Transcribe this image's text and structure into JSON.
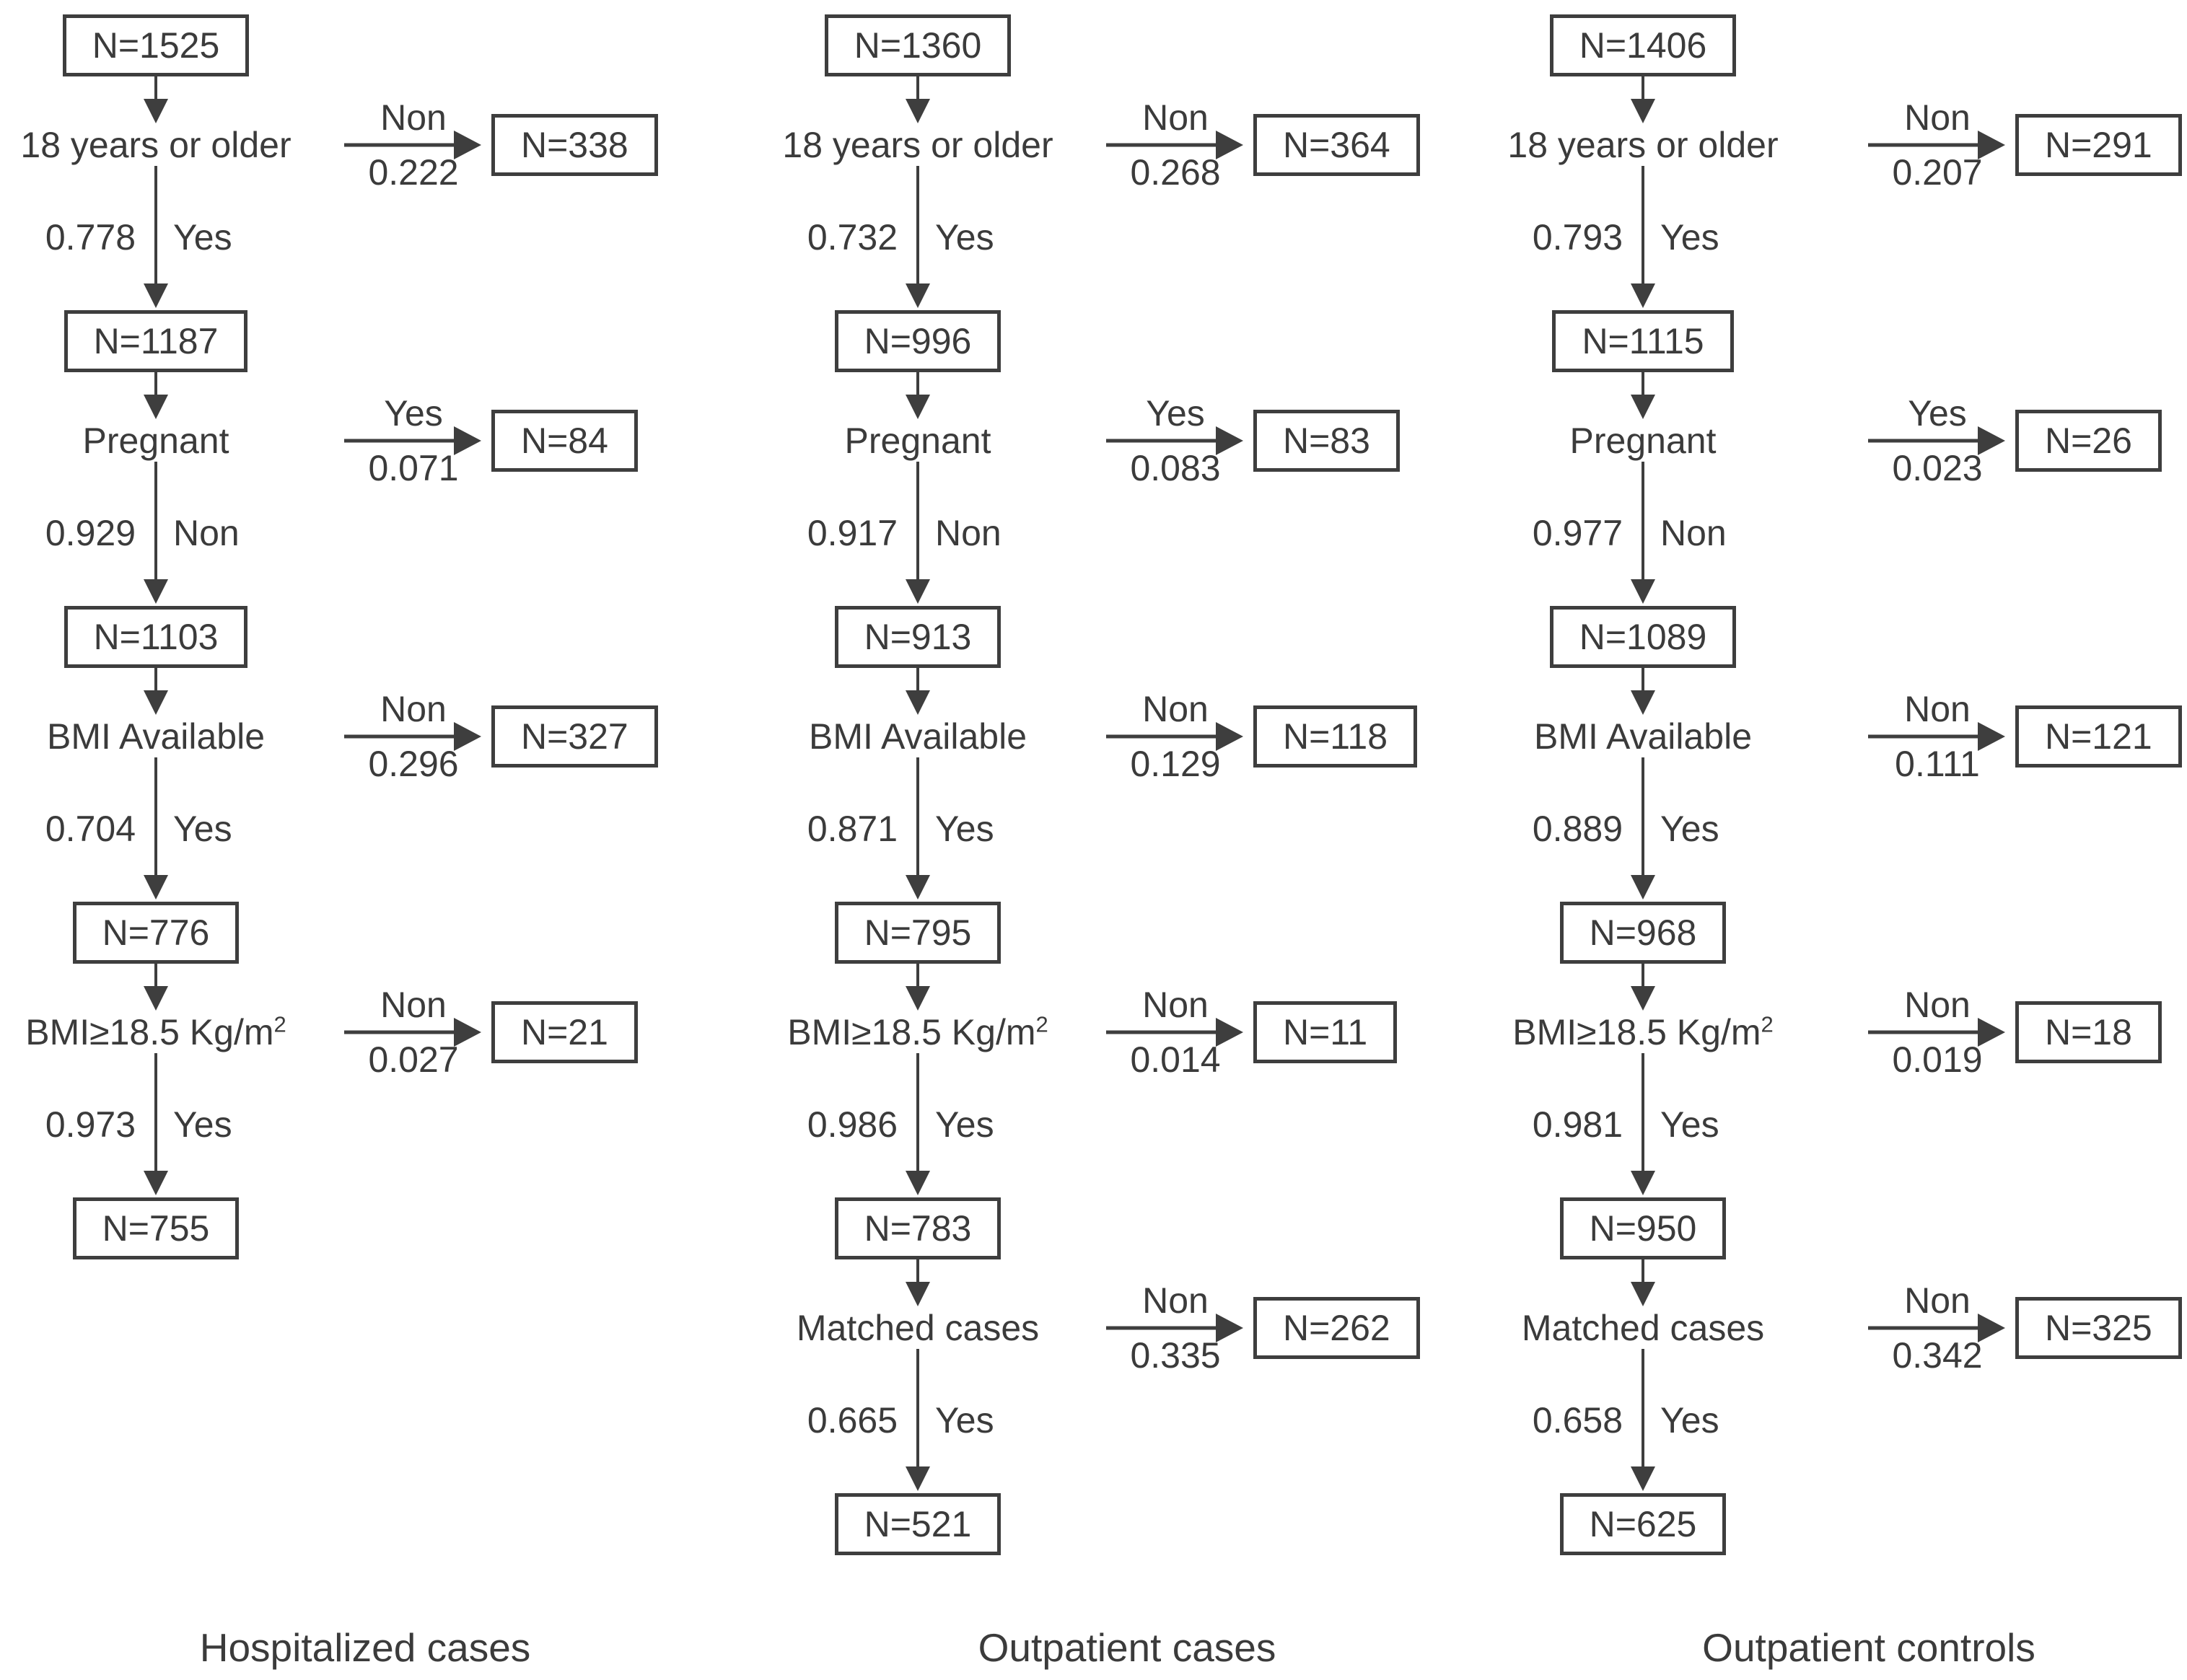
{
  "figure": {
    "ink_color": "#3e3e3e",
    "background_color": "#ffffff",
    "columns": [
      {
        "caption": "Hospitalized cases",
        "start": "N=1525",
        "steps": [
          {
            "question": "18 years or older",
            "question_sup": "",
            "branch_label": "Non",
            "branch_prob": "0.222",
            "branch_n": "N=338",
            "pass_prob": "0.778",
            "pass_label": "Yes",
            "result": "N=1187"
          },
          {
            "question": "Pregnant",
            "question_sup": "",
            "branch_label": "Yes",
            "branch_prob": "0.071",
            "branch_n": "N=84",
            "pass_prob": "0.929",
            "pass_label": "Non",
            "result": "N=1103"
          },
          {
            "question": "BMI Available",
            "question_sup": "",
            "branch_label": "Non",
            "branch_prob": "0.296",
            "branch_n": "N=327",
            "pass_prob": "0.704",
            "pass_label": "Yes",
            "result": "N=776"
          },
          {
            "question": "BMI≥18.5 Kg/m",
            "question_sup": "2",
            "branch_label": "Non",
            "branch_prob": "0.027",
            "branch_n": "N=21",
            "pass_prob": "0.973",
            "pass_label": "Yes",
            "result": "N=755"
          }
        ]
      },
      {
        "caption": "Outpatient cases",
        "start": "N=1360",
        "steps": [
          {
            "question": "18 years or older",
            "question_sup": "",
            "branch_label": "Non",
            "branch_prob": "0.268",
            "branch_n": "N=364",
            "pass_prob": "0.732",
            "pass_label": "Yes",
            "result": "N=996"
          },
          {
            "question": "Pregnant",
            "question_sup": "",
            "branch_label": "Yes",
            "branch_prob": "0.083",
            "branch_n": "N=83",
            "pass_prob": "0.917",
            "pass_label": "Non",
            "result": "N=913"
          },
          {
            "question": "BMI Available",
            "question_sup": "",
            "branch_label": "Non",
            "branch_prob": "0.129",
            "branch_n": "N=118",
            "pass_prob": "0.871",
            "pass_label": "Yes",
            "result": "N=795"
          },
          {
            "question": "BMI≥18.5 Kg/m",
            "question_sup": "2",
            "branch_label": "Non",
            "branch_prob": "0.014",
            "branch_n": "N=11",
            "pass_prob": "0.986",
            "pass_label": "Yes",
            "result": "N=783"
          },
          {
            "question": "Matched cases",
            "question_sup": "",
            "branch_label": "Non",
            "branch_prob": "0.335",
            "branch_n": "N=262",
            "pass_prob": "0.665",
            "pass_label": "Yes",
            "result": "N=521"
          }
        ]
      },
      {
        "caption": "Outpatient controls",
        "start": "N=1406",
        "steps": [
          {
            "question": "18 years or older",
            "question_sup": "",
            "branch_label": "Non",
            "branch_prob": "0.207",
            "branch_n": "N=291",
            "pass_prob": "0.793",
            "pass_label": "Yes",
            "result": "N=1115"
          },
          {
            "question": "Pregnant",
            "question_sup": "",
            "branch_label": "Yes",
            "branch_prob": "0.023",
            "branch_n": "N=26",
            "pass_prob": "0.977",
            "pass_label": "Non",
            "result": "N=1089"
          },
          {
            "question": "BMI Available",
            "question_sup": "",
            "branch_label": "Non",
            "branch_prob": "0.111",
            "branch_n": "N=121",
            "pass_prob": "0.889",
            "pass_label": "Yes",
            "result": "N=968"
          },
          {
            "question": "BMI≥18.5 Kg/m",
            "question_sup": "2",
            "branch_label": "Non",
            "branch_prob": "0.019",
            "branch_n": "N=18",
            "pass_prob": "0.981",
            "pass_label": "Yes",
            "result": "N=950"
          },
          {
            "question": "Matched cases",
            "question_sup": "",
            "branch_label": "Non",
            "branch_prob": "0.342",
            "branch_n": "N=325",
            "pass_prob": "0.658",
            "pass_label": "Yes",
            "result": "N=625"
          }
        ]
      }
    ]
  }
}
